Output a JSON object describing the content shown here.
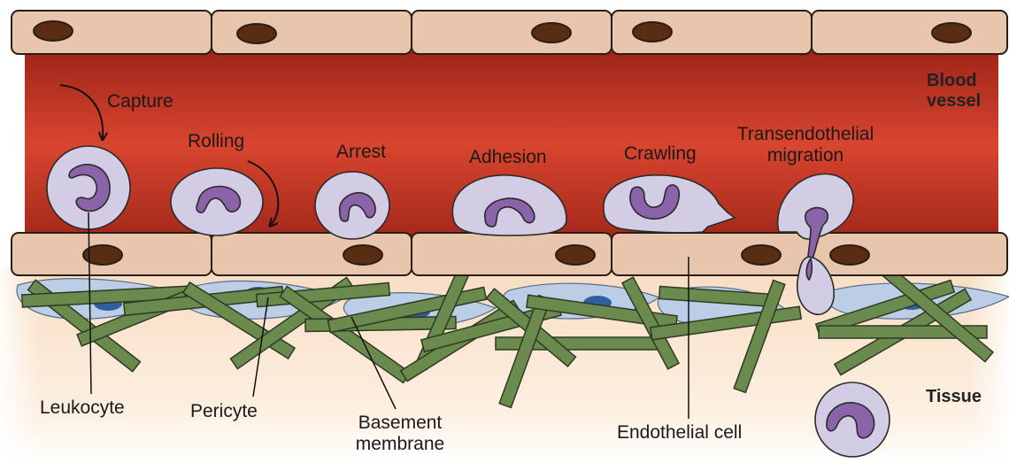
{
  "stages": [
    {
      "key": "capture",
      "label": "Capture"
    },
    {
      "key": "rolling",
      "label": "Rolling"
    },
    {
      "key": "arrest",
      "label": "Arrest"
    },
    {
      "key": "adhesion",
      "label": "Adhesion"
    },
    {
      "key": "crawling",
      "label": "Crawling"
    },
    {
      "key": "transmigration",
      "label": "Transendothelial migration",
      "lines": [
        "Transendothelial",
        "migration"
      ]
    }
  ],
  "regions": {
    "blood_vessel": {
      "line1": "Blood",
      "line2": "vessel"
    },
    "tissue": "Tissue"
  },
  "callouts": {
    "leukocyte": "Leukocyte",
    "pericyte": "Pericyte",
    "basement_membrane": {
      "line1": "Basement",
      "line2": "membrane"
    },
    "endothelial_cell": "Endothelial cell"
  },
  "colors": {
    "vessel_edge": "#a8281c",
    "vessel_center": "#d8452f",
    "endothelium": "#e8c5ad",
    "nucleus_brown": "#5a2d12",
    "leukocyte": "#d2cde4",
    "leukocyte_nucleus": "#8a63a8",
    "pericyte": "#bccde6",
    "pericyte_nucleus": "#2f5f9e",
    "membrane_fiber": "#6b8a4e",
    "tissue": "#fbe7d1"
  }
}
